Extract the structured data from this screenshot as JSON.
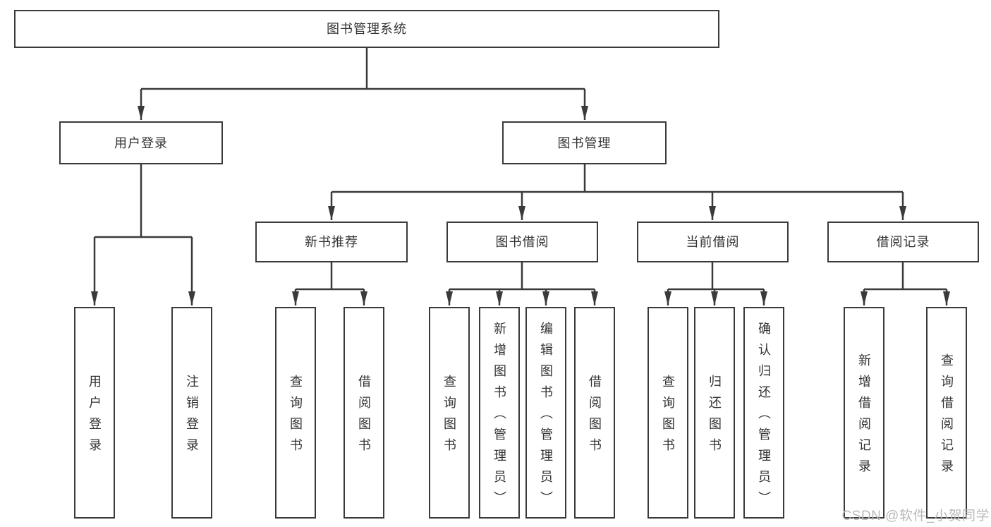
{
  "tree": {
    "root": {
      "label": "图书管理系统"
    },
    "branches": [
      {
        "label": "用户登录",
        "children": [
          {
            "label": "用户登录"
          },
          {
            "label": "注销登录"
          }
        ]
      },
      {
        "label": "图书管理",
        "children": [
          {
            "label": "新书推荐",
            "children": [
              {
                "label": "查询图书"
              },
              {
                "label": "借阅图书"
              }
            ]
          },
          {
            "label": "图书借阅",
            "children": [
              {
                "label": "查询图书"
              },
              {
                "label": "新增图书（管理员）"
              },
              {
                "label": "编辑图书（管理员）"
              },
              {
                "label": "借阅图书"
              }
            ]
          },
          {
            "label": "当前借阅",
            "children": [
              {
                "label": "查询图书"
              },
              {
                "label": "归还图书"
              },
              {
                "label": "确认归还（管理员）"
              }
            ]
          },
          {
            "label": "借阅记录",
            "children": [
              {
                "label": "新增借阅记录"
              },
              {
                "label": "查询借阅记录"
              }
            ]
          }
        ]
      }
    ]
  },
  "watermark": {
    "text": "CSDN @软件_小贺同学"
  },
  "colors": {
    "line": "#3a3a3a",
    "text": "#333333",
    "watermark": "#b9b9b9",
    "background": "#ffffff"
  }
}
